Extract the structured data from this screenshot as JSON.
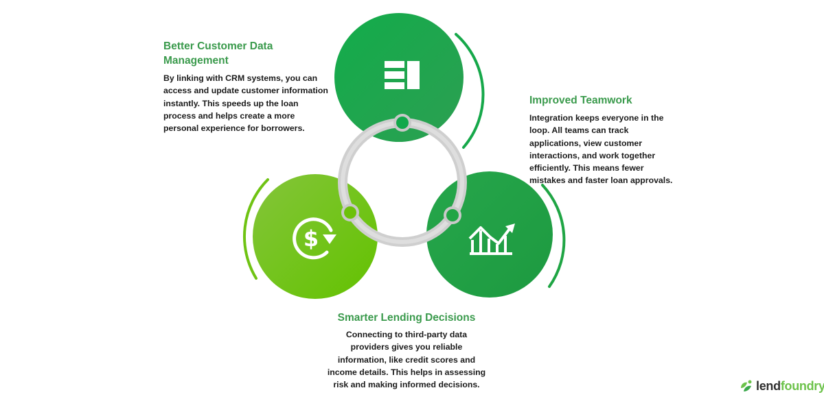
{
  "nodes": [
    {
      "id": "data",
      "title": "Better Customer Data Management",
      "body": "By linking with CRM systems, you can access and update customer information instantly. This speeds up the loan process and helps create a more personal experience for borrowers.",
      "icon": "database-icon",
      "color": "#0fa94b"
    },
    {
      "id": "team",
      "title": "Improved Teamwork",
      "body": "Integration keeps everyone in the loop. All teams can track applications, view customer interactions, and work together efficiently. This means fewer mistakes and faster loan approvals.",
      "icon": "growth-chart-icon",
      "color": "#27a447"
    },
    {
      "id": "lending",
      "title": "Smarter Lending Decisions",
      "body": "Connecting to third-party data providers gives you reliable information, like credit scores and income details. This helps in assessing risk and making informed decisions.",
      "icon": "dollar-cycle-icon",
      "color": "#6cc10a"
    }
  ],
  "colors": {
    "heading": "#3a9a4c",
    "ring": "#d4d4d4",
    "lime": "#71c315",
    "green": "#11a84a"
  },
  "logo": {
    "part1": "lend",
    "part2": "foundry"
  }
}
